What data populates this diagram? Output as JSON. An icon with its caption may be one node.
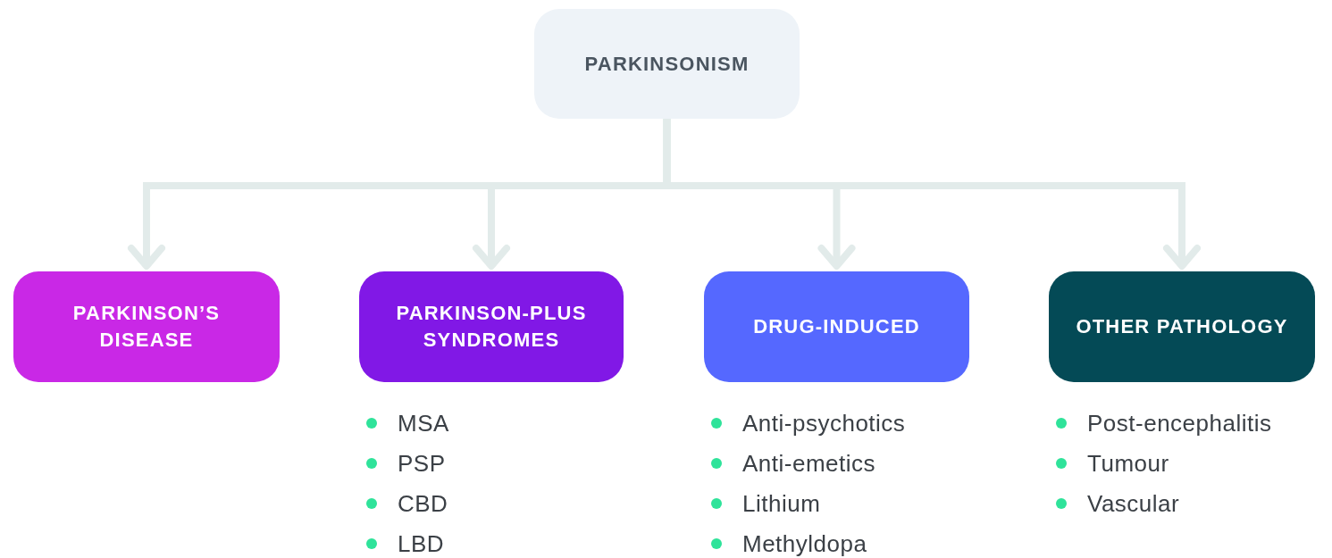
{
  "diagram": {
    "nodes": [
      {
        "text": [
          "PARKINSONISM"
        ]
      },
      {
        "text": [
          "PARKINSON’S DISEASE"
        ]
      },
      {
        "text": [
          "PARKINSON-PLUS SYNDROMES"
        ],
        "beside": [
          "MSA",
          "PSP",
          "CBD",
          "LBD"
        ]
      },
      {
        "text": [
          "DRUG-INDUCED"
        ],
        "beside": [
          "Anti-psychotics",
          "Anti-emetics",
          "Lithium",
          "Methyldopa"
        ]
      },
      {
        "text": [
          "OTHER PATHOLOGY"
        ],
        "beside": [
          "Post-encephalitis",
          "Tumour",
          "Vascular"
        ]
      }
    ],
    "edges": [
      {
        "from": 0,
        "to": 1,
        "arrow": "to"
      },
      {
        "from": 0,
        "to": 2,
        "arrow": "to"
      },
      {
        "from": 0,
        "to": 3,
        "arrow": "to"
      },
      {
        "from": 0,
        "to": 4,
        "arrow": "to"
      }
    ]
  }
}
